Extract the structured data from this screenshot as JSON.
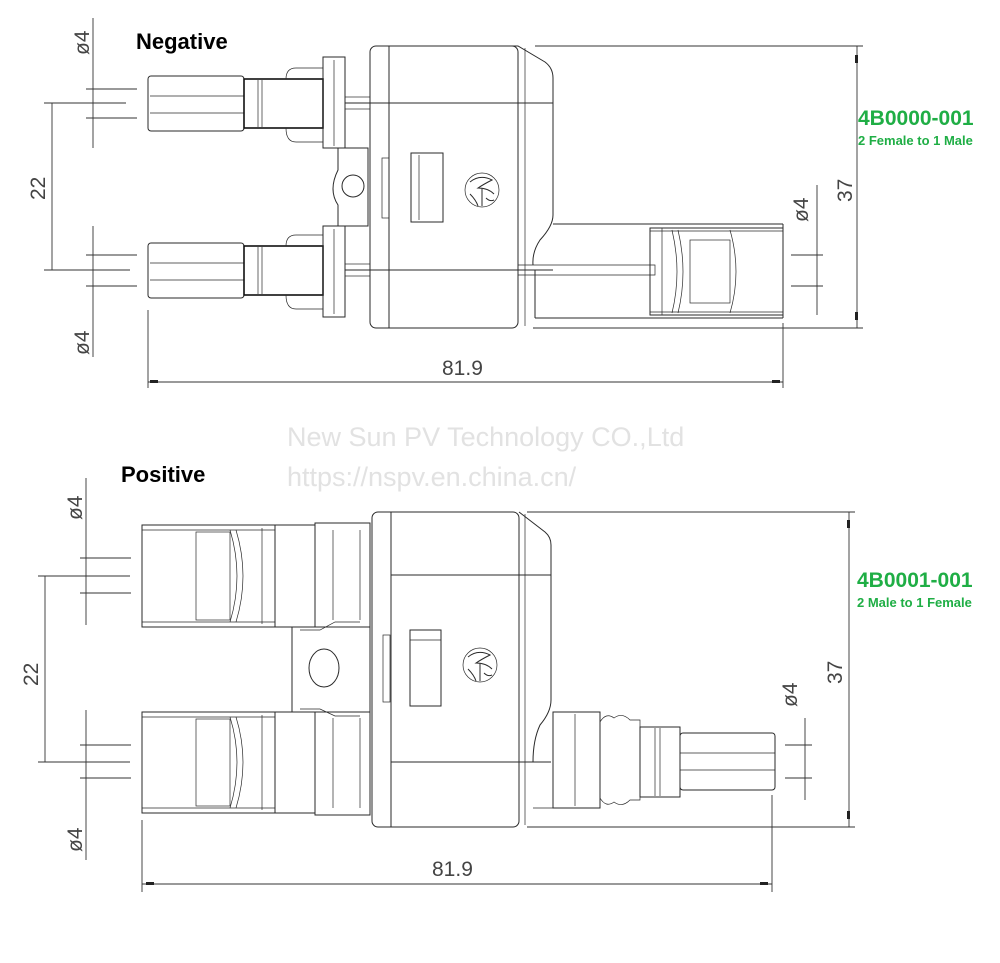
{
  "watermark": {
    "company": "New Sun PV Technology CO.,Ltd",
    "url": "https://nspv.en.china.cn/"
  },
  "colors": {
    "label_green": "#1fae45",
    "line": "#2a2a2a",
    "watermark": "#e2e2e2"
  },
  "negative": {
    "title": "Negative",
    "part_number": "4B0000-001",
    "description": "2 Female to 1 Male",
    "dims": {
      "pin_top": "ø4",
      "pin_bottom": "ø4",
      "spacing": "22",
      "height": "37",
      "pin_right": "ø4",
      "length": "81.9"
    }
  },
  "positive": {
    "title": "Positive",
    "part_number": "4B0001-001",
    "description": "2 Male to 1 Female",
    "dims": {
      "pin_top": "ø4",
      "pin_bottom": "ø4",
      "spacing": "22",
      "height": "37",
      "pin_right": "ø4",
      "length": "81.9"
    }
  }
}
